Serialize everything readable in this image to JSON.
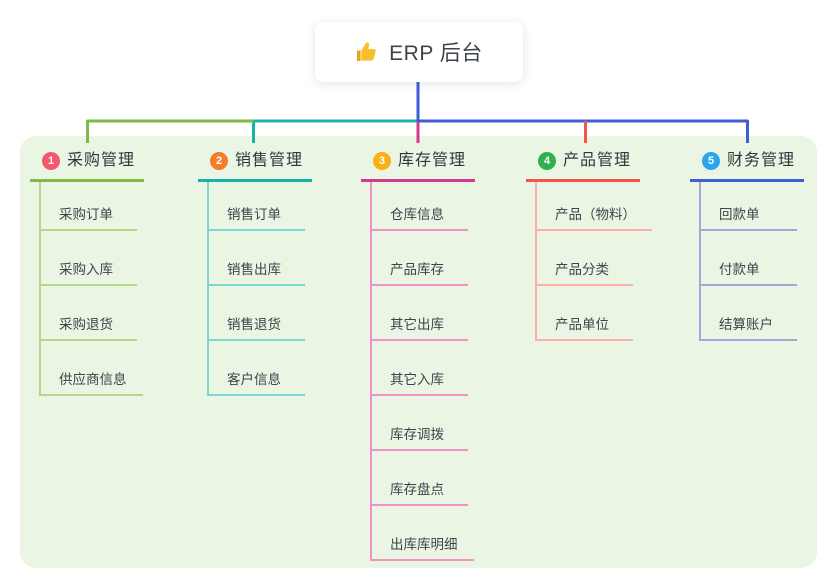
{
  "root": {
    "title": "ERP 后台",
    "icon": "thumbs-up-icon"
  },
  "colors": {
    "page_bg": "#ffffff",
    "panel_bg": "#eaf5e3",
    "root_line": "#3f5dd6",
    "root_text": "#3d434b",
    "heading_text": "#33373d",
    "child_text": "#3f444b",
    "thumb_yellow": "#f5c02c"
  },
  "branches": [
    {
      "index": "1",
      "label": "采购管理",
      "badge_color": "#f2596e",
      "line_color": "#7fba45",
      "child_line_color": "#b2d98b",
      "children": [
        "采购订单",
        "采购入库",
        "采购退货",
        "供应商信息"
      ]
    },
    {
      "index": "2",
      "label": "销售管理",
      "badge_color": "#f57d2a",
      "line_color": "#17b3ab",
      "child_line_color": "#7ed8d2",
      "children": [
        "销售订单",
        "销售出库",
        "销售退货",
        "客户信息"
      ]
    },
    {
      "index": "3",
      "label": "库存管理",
      "badge_color": "#fbb017",
      "line_color": "#d43b90",
      "child_line_color": "#ef93c6",
      "children": [
        "仓库信息",
        "产品库存",
        "其它出库",
        "其它入库",
        "库存调拨",
        "库存盘点",
        "出库库明细"
      ]
    },
    {
      "index": "4",
      "label": "产品管理",
      "badge_color": "#2fb14e",
      "line_color": "#f2544b",
      "child_line_color": "#f9b0ab",
      "children": [
        "产品（物料）",
        "产品分类",
        "产品单位"
      ]
    },
    {
      "index": "5",
      "label": "财务管理",
      "badge_color": "#2ba6ec",
      "line_color": "#3f5dd6",
      "child_line_color": "#9fa8da",
      "children": [
        "回款单",
        "付款单",
        "结算账户"
      ]
    }
  ]
}
